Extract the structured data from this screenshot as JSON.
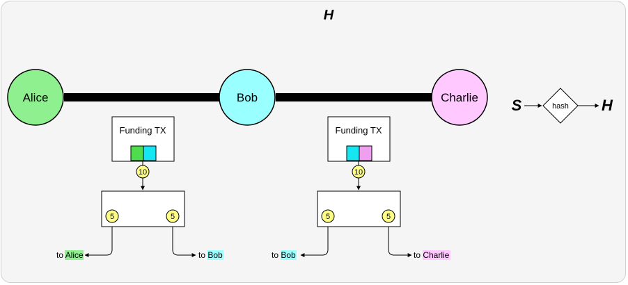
{
  "title": "H",
  "nodes": {
    "alice": {
      "label": "Alice",
      "color": "#8ff08f"
    },
    "bob": {
      "label": "Bob",
      "color": "#99ffff"
    },
    "charlie": {
      "label": "Charlie",
      "color": "#ffc8ff"
    }
  },
  "channels": [
    {
      "funding_label": "Funding TX",
      "funding_amount": "10",
      "left_slot_color": "#4ddd4d",
      "right_slot_color": "#14e6f2",
      "outputs": [
        {
          "amount": "5",
          "to_text": "to ",
          "party": "Alice",
          "party_color": "#8ff08f"
        },
        {
          "amount": "5",
          "to_text": "to ",
          "party": "Bob",
          "party_color": "#99ffff"
        }
      ]
    },
    {
      "funding_label": "Funding TX",
      "funding_amount": "10",
      "left_slot_color": "#14e6f2",
      "right_slot_color": "#f09ef0",
      "outputs": [
        {
          "amount": "5",
          "to_text": "to ",
          "party": "Bob",
          "party_color": "#99ffff"
        },
        {
          "amount": "5",
          "to_text": "to ",
          "party": "Charlie",
          "party_color": "#ffc8ff"
        }
      ]
    }
  ],
  "hash_flow": {
    "input": "S",
    "function": "hash",
    "output": "H"
  },
  "amount_badge_color": "#ffff88"
}
